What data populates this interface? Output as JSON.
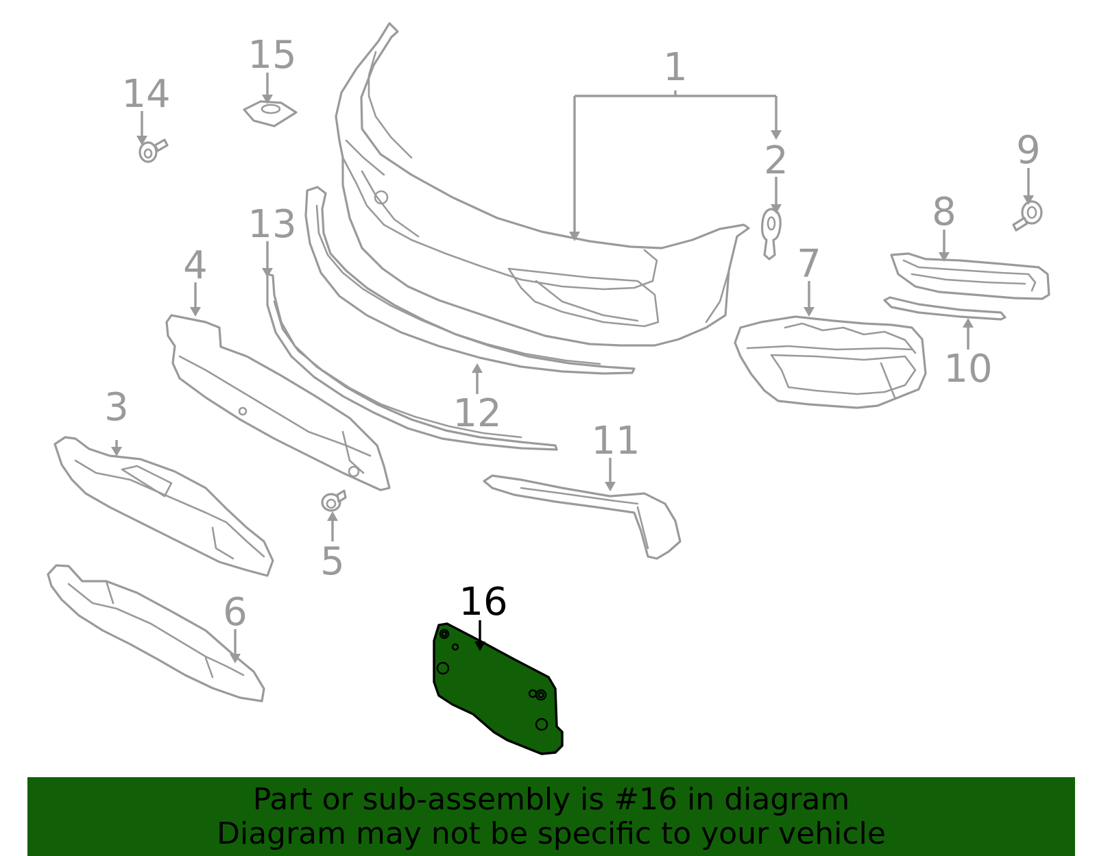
{
  "callouts": {
    "c1": "1",
    "c2": "2",
    "c3": "3",
    "c4": "4",
    "c5": "5",
    "c6": "6",
    "c7": "7",
    "c8": "8",
    "c9": "9",
    "c10": "10",
    "c11": "11",
    "c12": "12",
    "c13": "13",
    "c14": "14",
    "c15": "15",
    "c16": "16"
  },
  "highlight": {
    "part": "16",
    "fill_color": "#116008",
    "outline_color": "#000000"
  },
  "colors": {
    "line": "#9a9a9a",
    "banner": "#116008",
    "text": "#000000",
    "background": "#ffffff"
  },
  "banner": {
    "line1": "Part or sub-assembly is #16 in diagram",
    "line2": "Diagram may not be specific to your vehicle"
  }
}
